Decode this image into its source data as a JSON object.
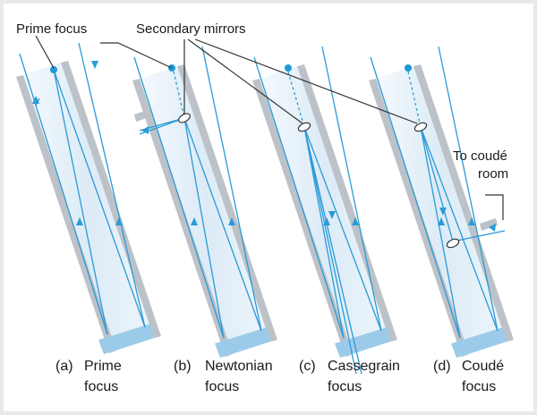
{
  "labels": {
    "prime_focus": "Prime focus",
    "secondary_mirrors": "Secondary mirrors",
    "coude_room_line1": "To coudé",
    "coude_room_line2": "room"
  },
  "telescopes": [
    {
      "letter": "(a)",
      "name": "Prime",
      "sub": "focus"
    },
    {
      "letter": "(b)",
      "name": "Newtonian",
      "sub": "focus"
    },
    {
      "letter": "(c)",
      "name": "Cassegrain",
      "sub": "focus"
    },
    {
      "letter": "(d)",
      "name": "Coudé",
      "sub": "focus"
    }
  ],
  "colors": {
    "background": "#e9e9ea",
    "panel": "#ffffff",
    "tube_wall": "#bcc2c8",
    "tube_interior": "#e4f0f8",
    "light_ray": "#2a9ad8",
    "focus_dot": "#1f9ad6",
    "mirror": "#9ccbea",
    "leader_line": "#333333"
  }
}
